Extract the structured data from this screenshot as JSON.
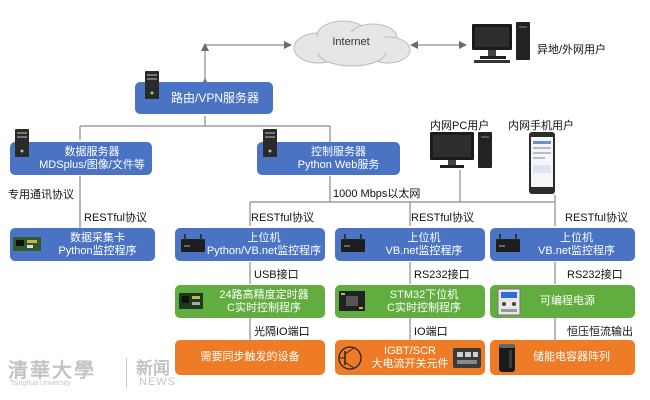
{
  "internet": {
    "label": "Internet"
  },
  "remote_users": {
    "label": "异地/外网用户"
  },
  "router": {
    "label": "路由/VPN服务器"
  },
  "data_server": {
    "line1": "数据服务器",
    "line2": "MDSplus/图像/文件等"
  },
  "control_server": {
    "line1": "控制服务器",
    "line2": "Python Web服务"
  },
  "lan_pc": {
    "label": "内网PC用户"
  },
  "lan_phone": {
    "label": "内网手机用户"
  },
  "links": {
    "private_protocol": "专用通讯协议",
    "ethernet": "1000 Mbps以太网",
    "restful": "RESTful协议",
    "usb": "USB接口",
    "rs232": "RS232接口",
    "optical_io": "光隔IO端口",
    "io": "IO端口",
    "cv_cc": "恒压恒流输出"
  },
  "acq_card": {
    "line1": "数据采集卡",
    "line2": "Python监控程序"
  },
  "host1": {
    "line1": "上位机",
    "line2": "Python/VB.net监控程序"
  },
  "host2": {
    "line1": "上位机",
    "line2": "VB.net监控程序"
  },
  "host3": {
    "line1": "上位机",
    "line2": "VB.net监控程序"
  },
  "timer": {
    "line1": "24路高精度定时器",
    "line2": "C实时控制程序"
  },
  "stm32": {
    "line1": "STM32下位机",
    "line2": "C实时控制程序"
  },
  "psu": {
    "label": "可编程电源"
  },
  "sync_devices": {
    "label": "需要同步触发的设备"
  },
  "igbt": {
    "line1": "IGBT/SCR",
    "line2": "大电流开关元件"
  },
  "capacitor": {
    "label": "储能电容器阵列"
  },
  "watermark": {
    "name_cn": "清華大學",
    "name_en": "Tsinghua University",
    "news_cn": "新闻",
    "news_en": "NEWS"
  }
}
